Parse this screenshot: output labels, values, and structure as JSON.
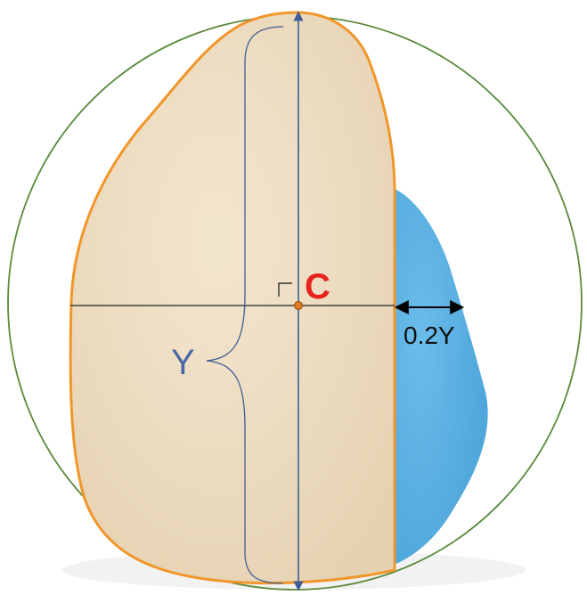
{
  "labels": {
    "center": "C",
    "height": "Y",
    "offset": "0.2Y"
  },
  "colors": {
    "circle": "#5a8a3a",
    "outline": "#f0962a",
    "body_fill": "#f0e0c4",
    "side_fill": "#56aee0",
    "axis_line": "#3f5e96",
    "label_blue": "#4a68a8",
    "label_red": "#e8231e",
    "center_dot": "#e07a20",
    "text_black": "#111111"
  },
  "icons": {
    "right_angle": "right-angle-marker",
    "double_arrow": "double-headed-arrow"
  }
}
